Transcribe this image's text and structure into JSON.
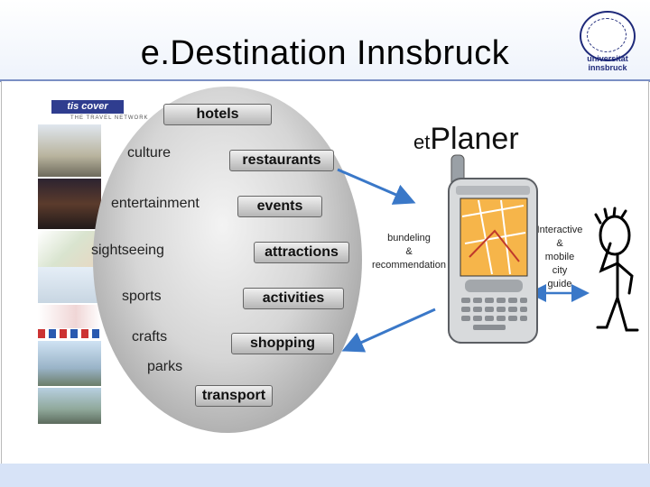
{
  "title": "e.Destination Innsbruck",
  "university": {
    "line1": "universität",
    "line2": "innsbruck"
  },
  "tiscover": {
    "logo": "tis cover",
    "tagline": "THE TRAVEL NETWORK"
  },
  "categories": {
    "culture": "culture",
    "entertainment": "entertainment",
    "sightseeing": "sightseeing",
    "sports": "sports",
    "crafts": "crafts",
    "parks": "parks"
  },
  "boxes": {
    "hotels": "hotels",
    "restaurants": "restaurants",
    "events": "events",
    "attractions": "attractions",
    "activities": "activities",
    "shopping": "shopping",
    "transport": "transport"
  },
  "planer": {
    "prefix": "et",
    "name": "Planer"
  },
  "phone_label": [
    "bundeling",
    "&",
    "recommendation"
  ],
  "guide_label": [
    "Interactive",
    "&",
    "mobile",
    "city",
    "guide"
  ],
  "colors": {
    "title_rule": "#7b8fc4",
    "bottom_band": "#d7e3f7",
    "arrow": "#3a78c8",
    "ellipse": "#a7a7a7"
  }
}
